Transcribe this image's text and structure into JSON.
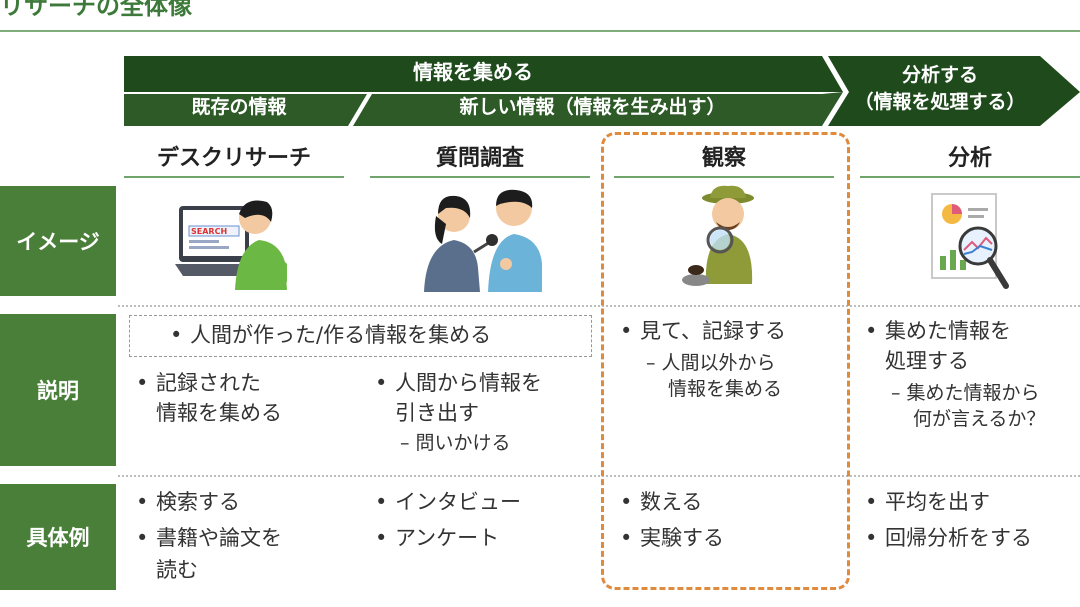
{
  "page_title": "リサーチの全体像",
  "banner": {
    "gather": "情報を集める",
    "existing": "既存の情報",
    "new_info": "新しい情報（情報を生み出す）",
    "analyze_line1": "分析する",
    "analyze_line2": "（情報を処理する）",
    "colors": {
      "dark_green": "#1f4a1c",
      "medium_green": "#2d5a27"
    }
  },
  "columns": [
    "デスクリサーチ",
    "質問調査",
    "観察",
    "分析"
  ],
  "rows": [
    "イメージ",
    "説明",
    "具体例"
  ],
  "images": {
    "desk": {
      "search_text": "SEARCH"
    }
  },
  "explanation": {
    "shared": "人間が作った/作る情報を集める",
    "desk": [
      "記録された",
      "情報を集める"
    ],
    "survey": [
      "人間から情報を",
      "引き出す"
    ],
    "survey_sub": "問いかける",
    "observe": "見て、記録する",
    "observe_sub": [
      "人間以外から",
      "情報を集める"
    ],
    "analysis": [
      "集めた情報を",
      "処理する"
    ],
    "analysis_sub": [
      "集めた情報から",
      "何が言えるか？"
    ]
  },
  "examples": {
    "desk": [
      "検索する",
      "書籍や論文を",
      "読む"
    ],
    "survey": [
      "インタビュー",
      "アンケート"
    ],
    "observe": [
      "数える",
      "実験する"
    ],
    "analysis": [
      "平均を出す",
      "回帰分析をする"
    ]
  },
  "symbols": {
    "bullet": "•",
    "dash": "–"
  },
  "accent_colors": {
    "row_label": "#4a7f3a",
    "highlight": "#e08a3c",
    "title": "#3d7a3a"
  }
}
